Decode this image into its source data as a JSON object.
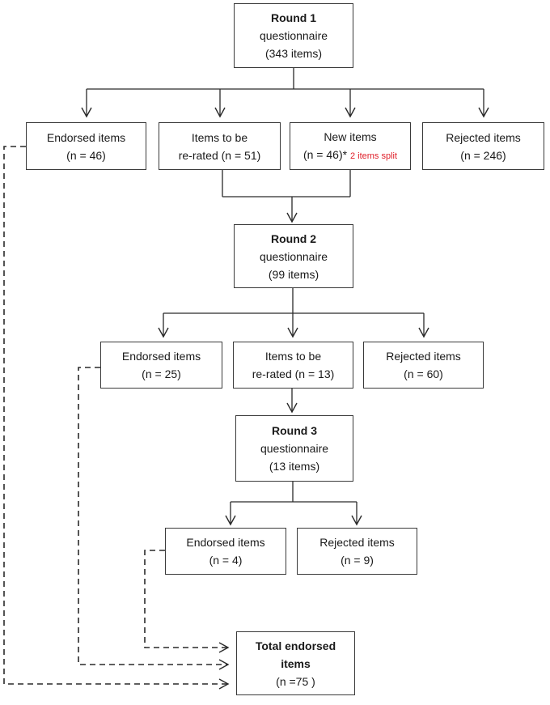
{
  "round1": {
    "title": "Round 1",
    "line1": "questionnaire",
    "line2": "(343 items)"
  },
  "r1_endorsed": {
    "line1": "Endorsed items",
    "line2": "(n = 46)"
  },
  "r1_rerate": {
    "line1": "Items to be",
    "line2": "re-rated (n = 51)"
  },
  "r1_new": {
    "line1": "New items",
    "line2": "(n = 46)*",
    "note": "2 items split"
  },
  "r1_rejected": {
    "line1": "Rejected items",
    "line2": "(n = 246)"
  },
  "round2": {
    "title": "Round 2",
    "line1": "questionnaire",
    "line2": "(99 items)"
  },
  "r2_endorsed": {
    "line1": "Endorsed items",
    "line2": "(n = 25)"
  },
  "r2_rerate": {
    "line1": "Items to be",
    "line2": "re-rated (n = 13)"
  },
  "r2_rejected": {
    "line1": "Rejected items",
    "line2": "(n = 60)"
  },
  "round3": {
    "title": "Round 3",
    "line1": "questionnaire",
    "line2": "(13 items)"
  },
  "r3_endorsed": {
    "line1": "Endorsed items",
    "line2": "(n = 4)"
  },
  "r3_rejected": {
    "line1": "Rejected items",
    "line2": "(n = 9)"
  },
  "total": {
    "title1": "Total endorsed",
    "title2": "items",
    "line1": "(n =75 )"
  },
  "colors": {
    "line": "#2a2a2a",
    "note": "#e0202a"
  }
}
